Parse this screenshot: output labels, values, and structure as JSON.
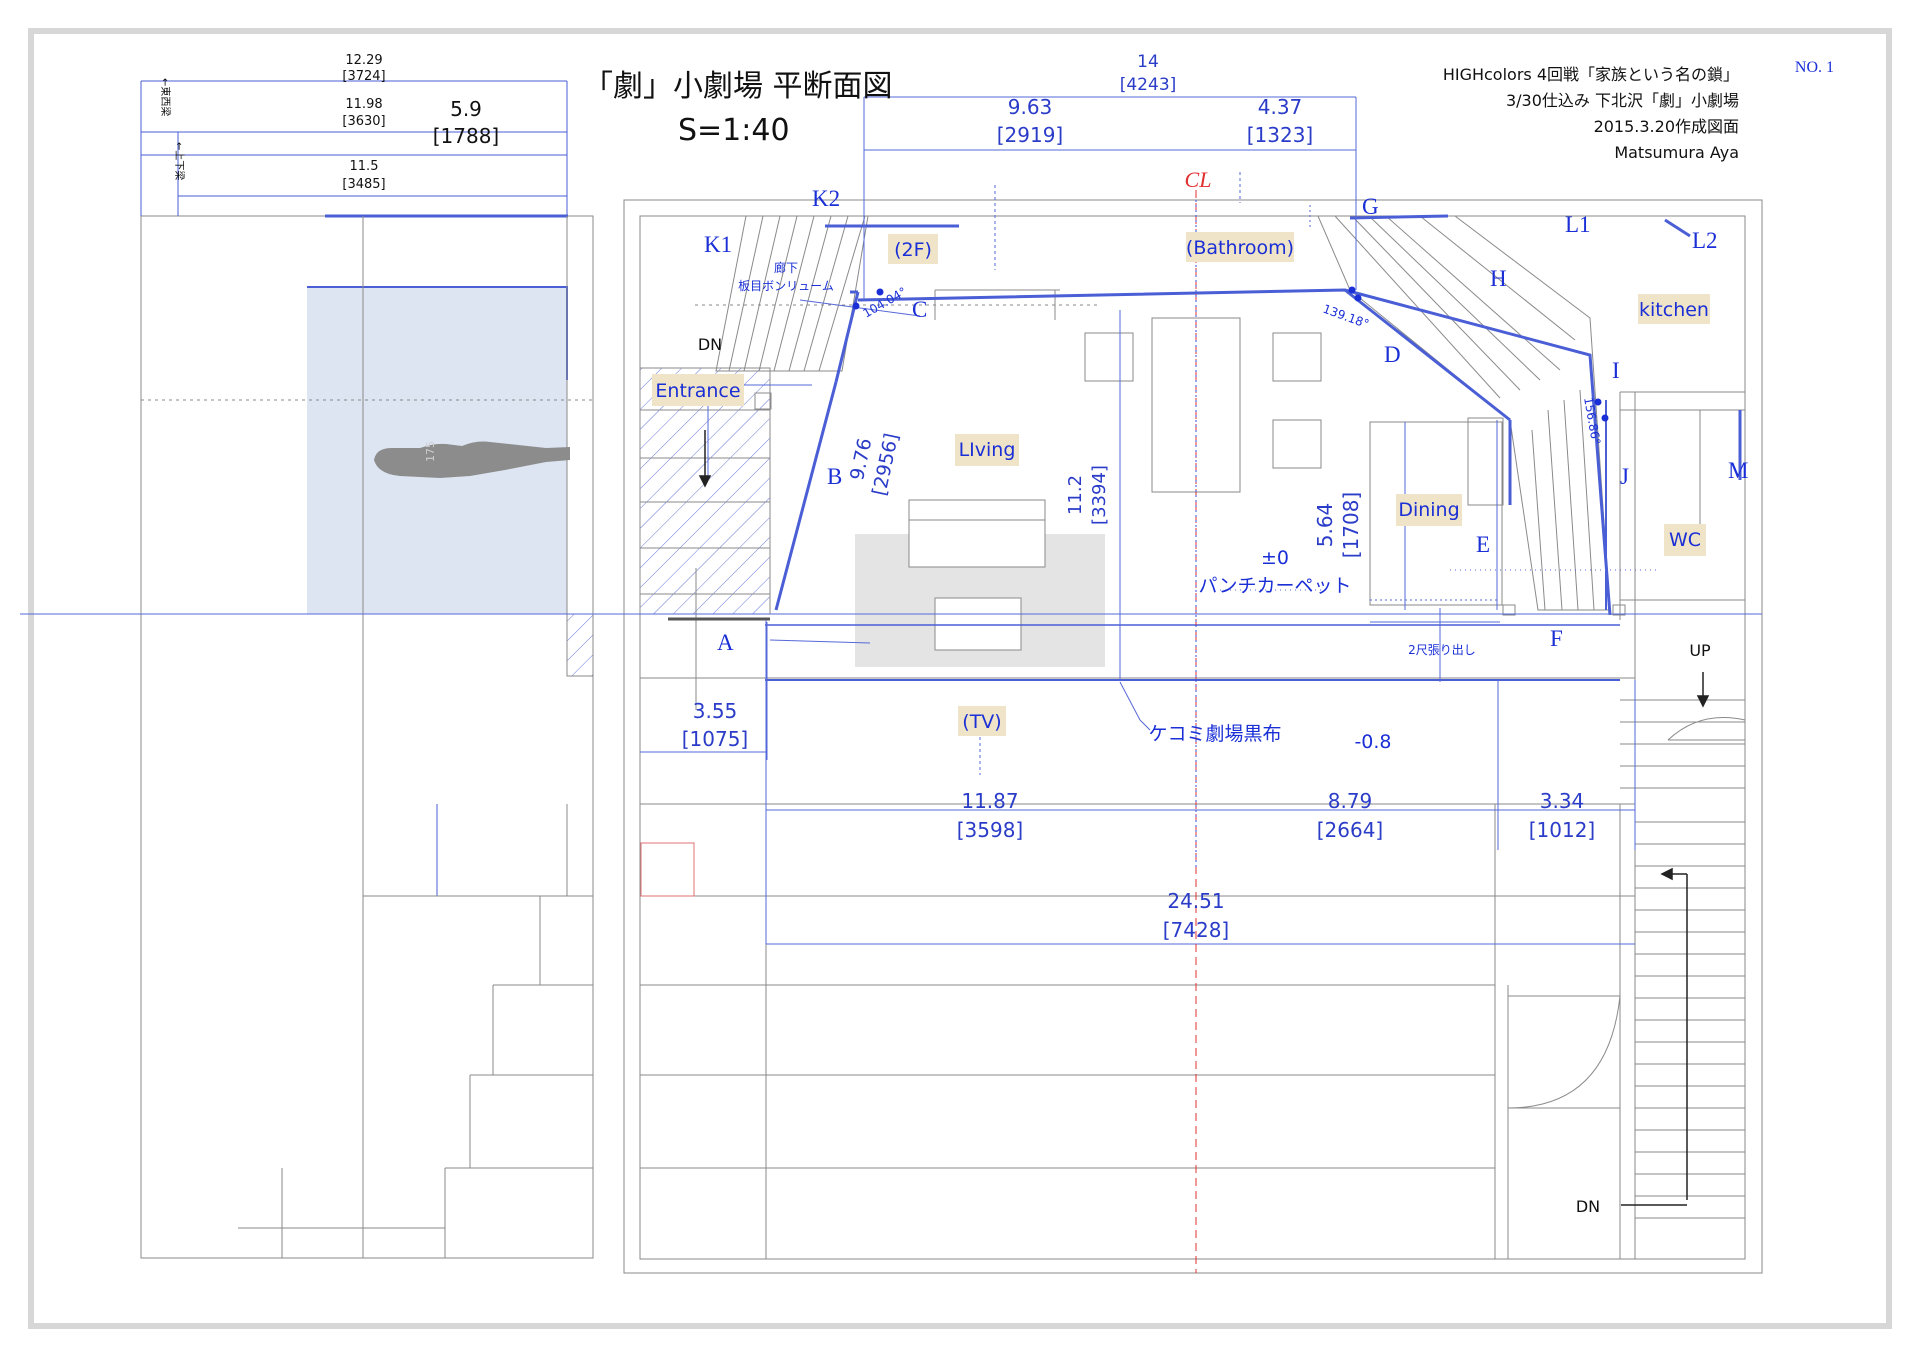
{
  "header": {
    "title": "「劇」小劇場 平断面図",
    "scale": "S=1:40",
    "sheet_no": "NO. 1",
    "titleblock": [
      "HIGHcolors 4回戦「家族という名の鎖」",
      "3/30仕込み 下北沢「劇」小劇場",
      "2015.3.20作成図面",
      "Matsumura Aya"
    ]
  },
  "dimensions": {
    "top_left": [
      {
        "value": "12.29",
        "sub": "[3724]"
      },
      {
        "value": "11.98",
        "sub": "[3630]"
      },
      {
        "value": "5.9",
        "sub": "[1788]"
      },
      {
        "value": "11.5",
        "sub": "[3485]"
      }
    ],
    "beam_ew": "←東西梁",
    "beam_ud": "←上下梁",
    "total_top": {
      "value": "14",
      "sub": "[4243]"
    },
    "top_left_part": {
      "value": "9.63",
      "sub": "[2919]"
    },
    "top_right_part": {
      "value": "4.37",
      "sub": "[1323]"
    },
    "wall_b": {
      "value": "9.76",
      "sub": "[2956]"
    },
    "depth_center": {
      "value": "11.2",
      "sub": "[3394]"
    },
    "depth_right": {
      "value": "5.64",
      "sub": "[1708]"
    },
    "stage_left": {
      "value": "3.55",
      "sub": "[1075]"
    },
    "bottom_1": {
      "value": "11.87",
      "sub": "[3598]"
    },
    "bottom_2": {
      "value": "8.79",
      "sub": "[2664]"
    },
    "bottom_3": {
      "value": "3.34",
      "sub": "[1012]"
    },
    "bottom_total": {
      "value": "24.51",
      "sub": "[7428]"
    },
    "angle_1": "104.04°",
    "angle_2": "139.18°",
    "angle_3": "156.86°"
  },
  "wall_labels": [
    "K1",
    "K2",
    "C",
    "B",
    "A",
    "G",
    "H",
    "D",
    "I",
    "J",
    "E",
    "F",
    "L1",
    "L2",
    "M"
  ],
  "rooms": {
    "corridor_1": "廊下",
    "corridor_2": "板目ボンリューム",
    "floor_2f": "(2F)",
    "bathroom": "(Bathroom)",
    "kitchen": "kitchen",
    "entrance": "Entrance",
    "living": "LIving",
    "dining": "Dining",
    "wc": "WC",
    "tv": "(TV)",
    "level_zero": "±0",
    "carpet": "パンチカーペット",
    "curtain": "ケコミ劇場黒布",
    "level_minus": "-0.8",
    "overhang": "2尺張り出し",
    "center_line": "CL",
    "dn_1": "DN",
    "up": "UP",
    "dn_2": "DN",
    "figure_height": "175"
  },
  "colors": {
    "plan_line": "#8a8a8a",
    "dimension_line": "#3a4ed6",
    "label_blue": "#1a2fd6",
    "label_bg": "#efe3c8",
    "center_line": "#e03030",
    "light_blue_fill": "#dde5f2"
  }
}
